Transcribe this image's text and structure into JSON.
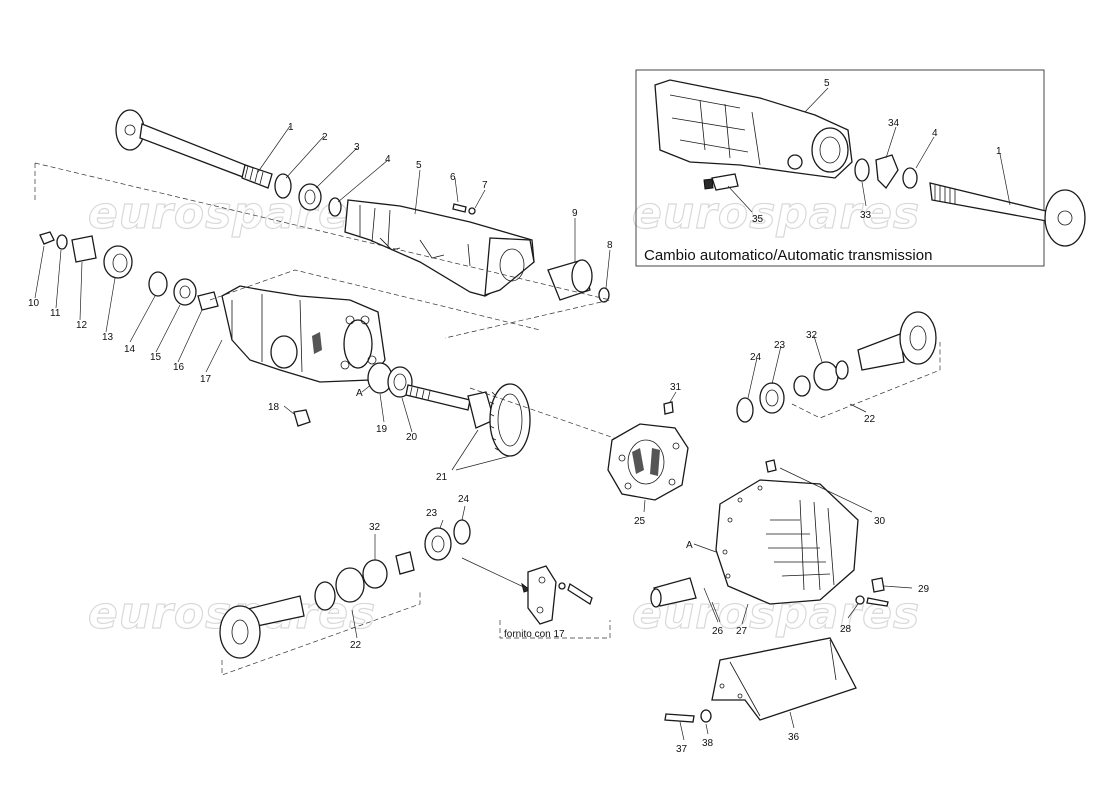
{
  "diagram": {
    "inset_caption": "Cambio automatico/Automatic transmission",
    "supply_note": "fornito con 17",
    "watermark": "eurospares",
    "arrow_label": "A",
    "part_numbers": {
      "n1": "1",
      "n2": "2",
      "n3": "3",
      "n4": "4",
      "n5": "5",
      "n6": "6",
      "n7": "7",
      "n8": "8",
      "n9": "9",
      "n10": "10",
      "n11": "11",
      "n12": "12",
      "n13": "13",
      "n14": "14",
      "n15": "15",
      "n16": "16",
      "n17": "17",
      "n18": "18",
      "n19": "19",
      "n20": "20",
      "n21": "21",
      "n22": "22",
      "n23": "23",
      "n24": "24",
      "n25": "25",
      "n26": "26",
      "n27": "27",
      "n28": "28",
      "n29": "29",
      "n30": "30",
      "n31": "31",
      "n32": "32",
      "n33": "33",
      "n34": "34",
      "n35": "35",
      "n36": "36",
      "n37": "37",
      "n38": "38"
    }
  }
}
